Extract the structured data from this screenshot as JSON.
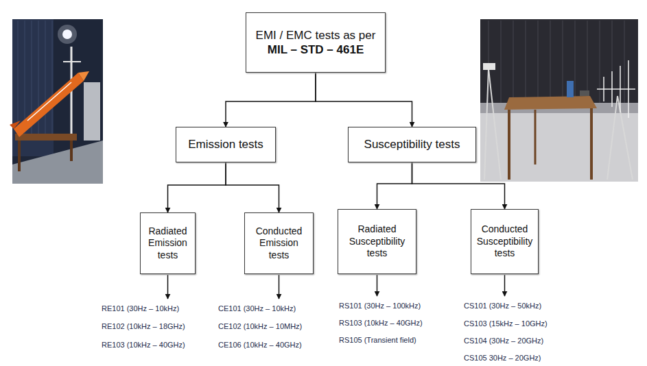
{
  "diagram": {
    "nodes": [
      {
        "text": [
          "EMI / EMC tests as per",
          "MIL – STD – 461E"
        ]
      },
      {
        "text": [
          "Emission tests"
        ]
      },
      {
        "text": [
          "Susceptibility tests"
        ]
      },
      {
        "text": [
          "Radiated Emission tests"
        ]
      },
      {
        "text": [
          "Conducted Emission tests"
        ]
      },
      {
        "text": [
          "Radiated Susceptibility tests"
        ]
      },
      {
        "text": [
          "Conducted Susceptibility tests"
        ]
      }
    ],
    "edges": [
      {
        "from": 0,
        "to": 1,
        "arrow": "to"
      },
      {
        "from": 0,
        "to": 2,
        "arrow": "to"
      },
      {
        "from": 1,
        "to": 3,
        "arrow": "to"
      },
      {
        "from": 1,
        "to": 4,
        "arrow": "to"
      },
      {
        "from": 2,
        "to": 5,
        "arrow": "to"
      },
      {
        "from": 2,
        "to": 6,
        "arrow": "to"
      }
    ],
    "labels": [
      "RE101 (30Hz – 10kHz)",
      "RE102 (10kHz – 18GHz)",
      "RE103 (10kHz – 40GHz)",
      "CE101 (30Hz – 10kHz)",
      "CE102 (10kHz – 10MHz)",
      "CE106 (10kHz – 40GHz)",
      "RS101 (30Hz – 100kHz)",
      "RS103 (10kHz – 40GHz)",
      "RS105 (Transient field)",
      "CS101 (30Hz – 50kHz)",
      "CS103 (15kHz – 10GHz)",
      "CS104 (30Hz – 20GHz)",
      "CS105 30Hz – 20GHz)"
    ]
  }
}
